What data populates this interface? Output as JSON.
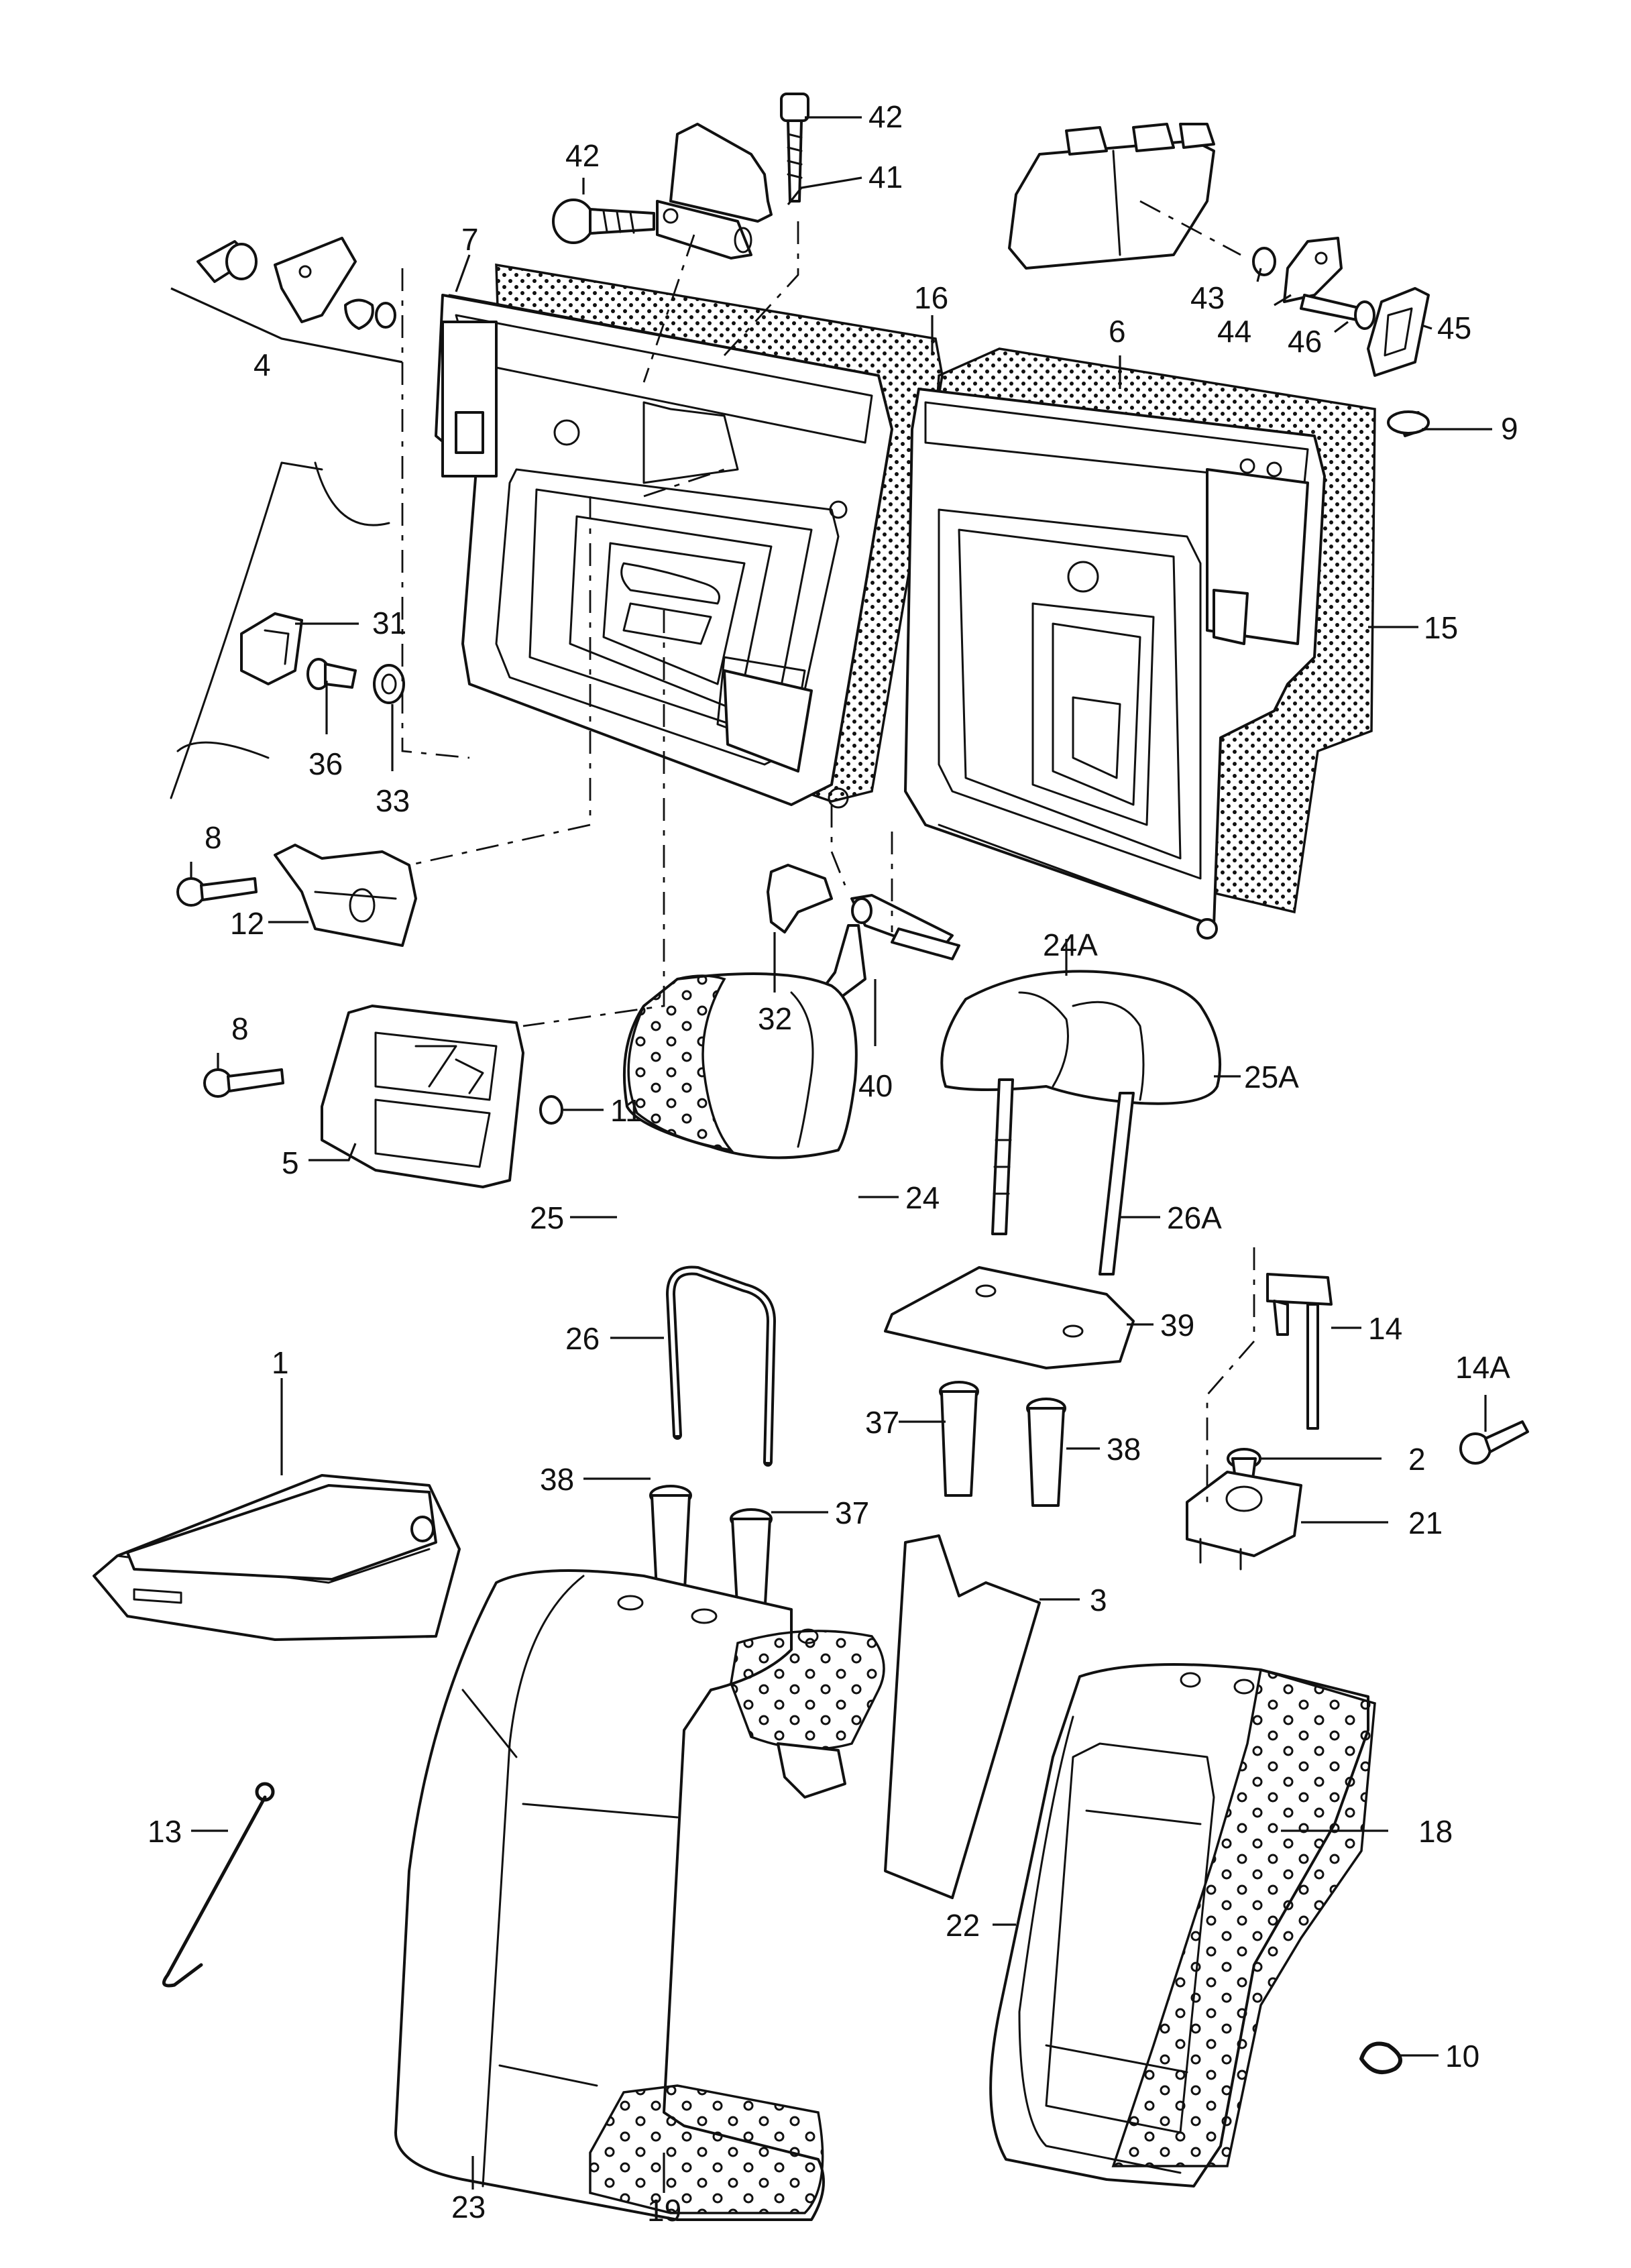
{
  "callouts": [
    {
      "id": "c42a",
      "text": "42"
    },
    {
      "id": "c41",
      "text": "41"
    },
    {
      "id": "c42b",
      "text": "42"
    },
    {
      "id": "c7",
      "text": "7"
    },
    {
      "id": "c4",
      "text": "4"
    },
    {
      "id": "c16",
      "text": "16"
    },
    {
      "id": "c6",
      "text": "6"
    },
    {
      "id": "c43",
      "text": "43"
    },
    {
      "id": "c44",
      "text": "44"
    },
    {
      "id": "c46",
      "text": "46"
    },
    {
      "id": "c45",
      "text": "45"
    },
    {
      "id": "c9",
      "text": "9"
    },
    {
      "id": "c15",
      "text": "15"
    },
    {
      "id": "c31",
      "text": "31"
    },
    {
      "id": "c36",
      "text": "36"
    },
    {
      "id": "c33",
      "text": "33"
    },
    {
      "id": "c8a",
      "text": "8"
    },
    {
      "id": "c12",
      "text": "12"
    },
    {
      "id": "c32",
      "text": "32"
    },
    {
      "id": "c40",
      "text": "40"
    },
    {
      "id": "c24A",
      "text": "24A"
    },
    {
      "id": "c25A",
      "text": "25A"
    },
    {
      "id": "c8b",
      "text": "8"
    },
    {
      "id": "c11",
      "text": "11"
    },
    {
      "id": "c5",
      "text": "5"
    },
    {
      "id": "c25",
      "text": "25"
    },
    {
      "id": "c24",
      "text": "24"
    },
    {
      "id": "c26A",
      "text": "26A"
    },
    {
      "id": "c14",
      "text": "14"
    },
    {
      "id": "c26",
      "text": "26"
    },
    {
      "id": "c39",
      "text": "39"
    },
    {
      "id": "c14A",
      "text": "14A"
    },
    {
      "id": "c1",
      "text": "1"
    },
    {
      "id": "c37a",
      "text": "37"
    },
    {
      "id": "c38a",
      "text": "38"
    },
    {
      "id": "c2",
      "text": "2"
    },
    {
      "id": "c38b",
      "text": "38"
    },
    {
      "id": "c37b",
      "text": "37"
    },
    {
      "id": "c21",
      "text": "21"
    },
    {
      "id": "c3",
      "text": "3"
    },
    {
      "id": "c13",
      "text": "13"
    },
    {
      "id": "c18",
      "text": "18"
    },
    {
      "id": "c22",
      "text": "22"
    },
    {
      "id": "c10",
      "text": "10"
    },
    {
      "id": "c23",
      "text": "23"
    },
    {
      "id": "c19",
      "text": "19"
    }
  ]
}
